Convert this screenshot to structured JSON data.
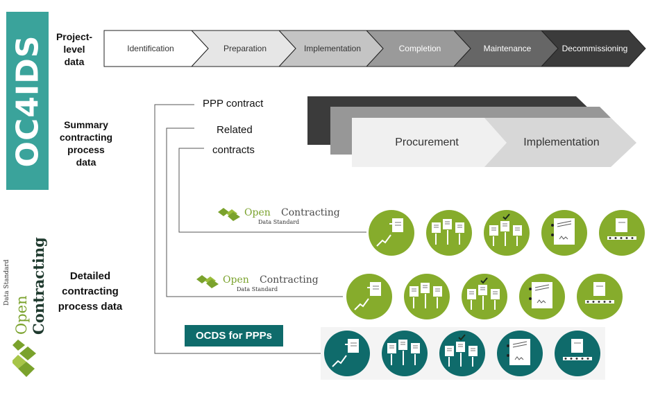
{
  "title_vertical": "OC4IDS",
  "brand": {
    "open": "Open",
    "contracting": "Contracting",
    "standard": "Data Standard"
  },
  "labels": {
    "project_level": [
      "Project-",
      "level",
      "data"
    ],
    "summary": [
      "Summary",
      "contracting",
      "process",
      "data"
    ],
    "detailed": [
      "Detailed",
      "contracting",
      "process data"
    ]
  },
  "project_stages": [
    "Identification",
    "Preparation",
    "Implementation",
    "Completion",
    "Maintenance",
    "Decommissioning"
  ],
  "project_stage_colors": [
    "#ffffff",
    "#e6e6e6",
    "#c4c4c4",
    "#9a9a9a",
    "#666666",
    "#3b3b3b"
  ],
  "project_stage_text_colors": [
    "#333333",
    "#333333",
    "#333333",
    "#ffffff",
    "#ffffff",
    "#ffffff"
  ],
  "contract_types": {
    "ppp": "PPP contract",
    "related1": "Related",
    "related2": "contracts"
  },
  "summary_stages": [
    "Procurement",
    "Implementation"
  ],
  "ocds_logo": {
    "open": "Open",
    "contracting": "Contracting",
    "sub": "Data Standard"
  },
  "ppp_badge": "OCDS for PPPs",
  "colors": {
    "teal_title": "#3aa39b",
    "green_icon": "#86ac2c",
    "teal_icon": "#0f6b6b",
    "ppp_badge": "#0f6b6b"
  },
  "icon_names": [
    "planning-icon",
    "tender-icon",
    "award-icon",
    "contract-icon",
    "implementation-icon"
  ]
}
